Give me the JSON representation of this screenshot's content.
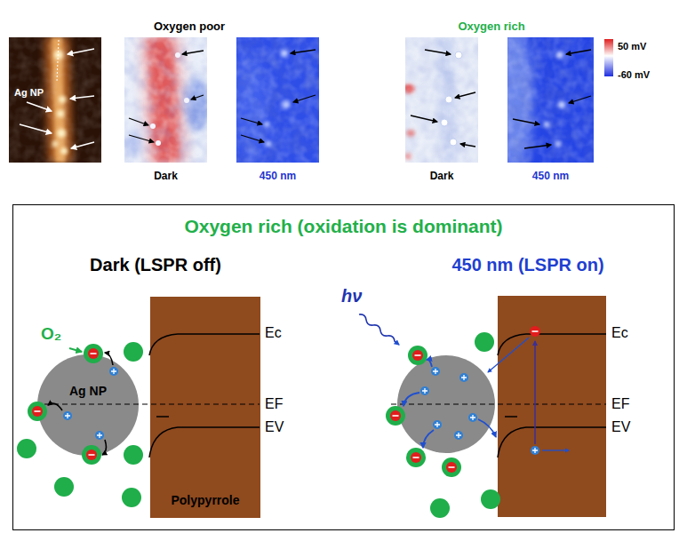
{
  "diagram": {
    "nodes": [
      {
        "text": [
          "Ag NP"
        ]
      },
      {
        "text": [
          "Dark"
        ]
      },
      {
        "text": [
          "450 nm"
        ]
      },
      {
        "text": [
          "Dark"
        ]
      },
      {
        "text": [
          "450 nm"
        ]
      },
      {
        "text": [
          "Oxygen rich (oxidation is dominant)"
        ]
      },
      {
        "text": [
          "Ag NP"
        ],
        "in": 5
      },
      {
        "text": [
          "Polypyrrole"
        ],
        "in": 5
      }
    ],
    "labels": [
      "Oxygen poor",
      "Oxygen rich",
      "50 mV",
      "-60 mV",
      "Dark (LSPR off)",
      "450 nm (LSPR on)",
      "O₂",
      "Ec",
      "EF",
      "EV",
      "hν",
      "Ec",
      "EF",
      "EV"
    ]
  }
}
